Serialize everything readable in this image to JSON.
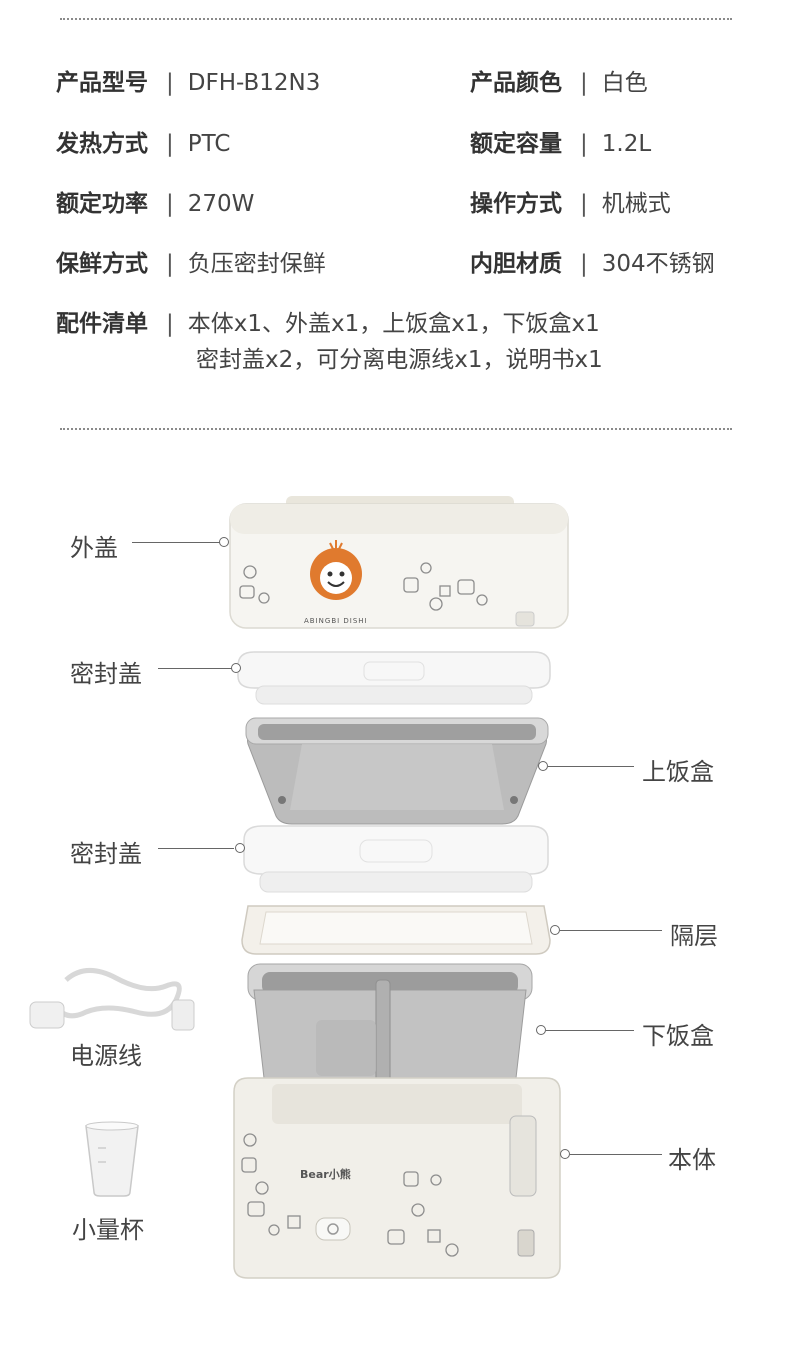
{
  "specs": {
    "model": {
      "label": "产品型号",
      "value": "DFH-B12N3"
    },
    "color": {
      "label": "产品颜色",
      "value": "白色"
    },
    "heating": {
      "label": "发热方式",
      "value": "PTC"
    },
    "capacity": {
      "label": "额定容量",
      "value": "1.2L"
    },
    "power": {
      "label": "额定功率",
      "value": "270W"
    },
    "operation": {
      "label": "操作方式",
      "value": "机械式"
    },
    "preservation": {
      "label": "保鲜方式",
      "value": "负压密封保鲜"
    },
    "liner": {
      "label": "内胆材质",
      "value": "304不锈钢"
    },
    "accessories": {
      "label": "配件清单",
      "line1": "本体x1、外盖x1，上饭盒x1，下饭盒x1",
      "line2": "密封盖x2，可分离电源线x1，说明书x1"
    },
    "separator": "|"
  },
  "callouts": {
    "outer_lid": "外盖",
    "seal_lid_1": "密封盖",
    "upper_box": "上饭盒",
    "seal_lid_2": "密封盖",
    "divider": "隔层",
    "lower_box": "下饭盒",
    "body": "本体",
    "power_cord": "电源线",
    "measuring_cup": "小量杯"
  },
  "product": {
    "logo_text": "ABINGBI DISHI",
    "brand_text": "Bear小熊"
  },
  "colors": {
    "body": "#f1efe9",
    "lid": "#f6f6f6",
    "steel": "#c9c9c9",
    "accent_orange": "#e07a2e"
  }
}
